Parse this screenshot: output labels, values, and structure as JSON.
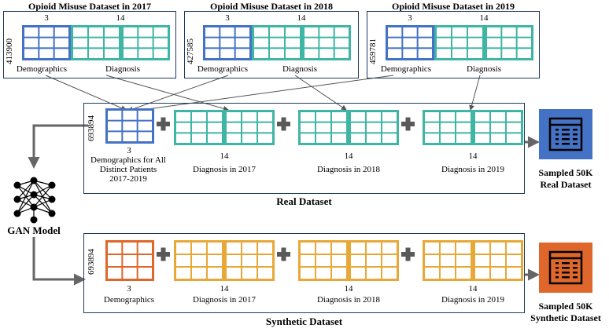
{
  "colors": {
    "demographics_real": "#4472c4",
    "diagnosis_real": "#3fb5a3",
    "demographics_synth": "#e0672b",
    "diagnosis_synth": "#e8a838",
    "frame": "#1f3a5f",
    "arrow": "#666666",
    "plus": "#595959"
  },
  "year_datasets": [
    {
      "title": "Opioid Misuse Dataset in 2017",
      "rows": "413900",
      "demo_cols": "3",
      "diag_cols": "14",
      "demo_label": "Demographics",
      "diag_label": "Diagnosis"
    },
    {
      "title": "Opioid Misuse Dataset in 2018",
      "rows": "427585",
      "demo_cols": "3",
      "diag_cols": "14",
      "demo_label": "Demographics",
      "diag_label": "Diagnosis"
    },
    {
      "title": "Opioid Misuse Dataset in 2019",
      "rows": "459781",
      "demo_cols": "3",
      "diag_cols": "14",
      "demo_label": "Demographics",
      "diag_label": "Diagnosis"
    }
  ],
  "real": {
    "title": "Real Dataset",
    "rows": "693894",
    "demo_cols": "3",
    "demo_label_lines": [
      "Demographics for All",
      "Distinct Patients",
      "2017-2019"
    ],
    "diag": [
      {
        "cols": "14",
        "label": "Diagnosis in 2017"
      },
      {
        "cols": "14",
        "label": "Diagnosis in 2018"
      },
      {
        "cols": "14",
        "label": "Diagnosis in 2019"
      }
    ],
    "sampled_lines": [
      "Sampled 50K",
      "Real Dataset"
    ]
  },
  "synthetic": {
    "title": "Synthetic Dataset",
    "rows": "693894",
    "demo_cols": "3",
    "demo_label": "Demographics",
    "diag": [
      {
        "cols": "14",
        "label": "Diagnosis in 2017"
      },
      {
        "cols": "14",
        "label": "Diagnosis in 2018"
      },
      {
        "cols": "14",
        "label": "Diagnosis in 2019"
      }
    ],
    "sampled_lines": [
      "Sampled 50K",
      "Synthetic Dataset"
    ]
  },
  "gan": {
    "label": "GAN Model"
  }
}
